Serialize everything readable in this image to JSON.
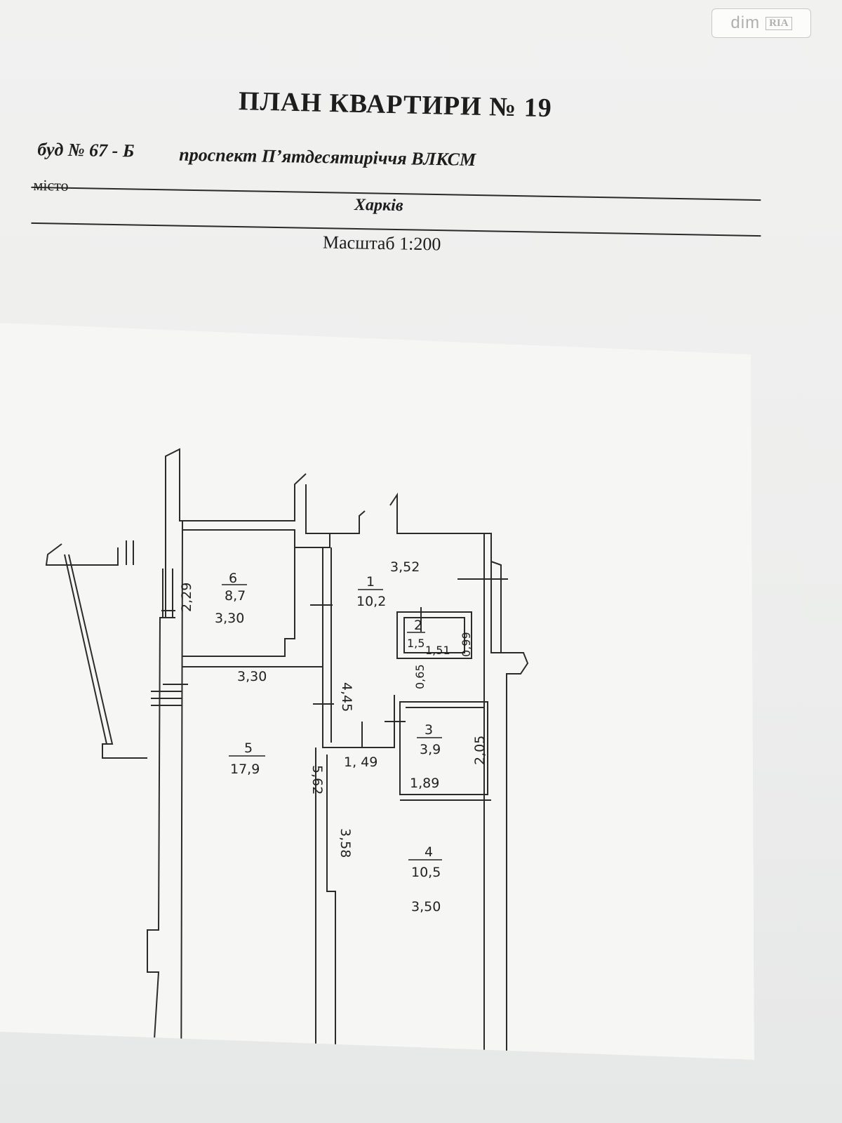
{
  "watermark": {
    "dim": "dim",
    "ria": "RIA"
  },
  "header": {
    "title": "ПЛАН КВАРТИРИ № 19",
    "building": "буд № 67 - Б",
    "street": "проспект П’ятдесятиріччя ВЛКСМ",
    "city_label": "місто",
    "city": "Харків",
    "scale": "Масштаб 1:200"
  },
  "rooms": [
    {
      "no": "1",
      "area": "10,2"
    },
    {
      "no": "2",
      "area": "1,5"
    },
    {
      "no": "3",
      "area": "3,9"
    },
    {
      "no": "4",
      "area": "10,5"
    },
    {
      "no": "5",
      "area": "17,9"
    },
    {
      "no": "6",
      "area": "8,7"
    }
  ],
  "dimensions": {
    "d_352": "3,52",
    "d_229": "2,29",
    "d_330a": "3,30",
    "d_330b": "3,30",
    "d_445": "4,45",
    "d_151": "1,51",
    "d_099": "0,99",
    "d_065": "0,65",
    "d_205": "2,05",
    "d_149": "1, 49",
    "d_189": "1,89",
    "d_562": "5,62",
    "d_358": "3,58",
    "d_350": "3,50"
  }
}
